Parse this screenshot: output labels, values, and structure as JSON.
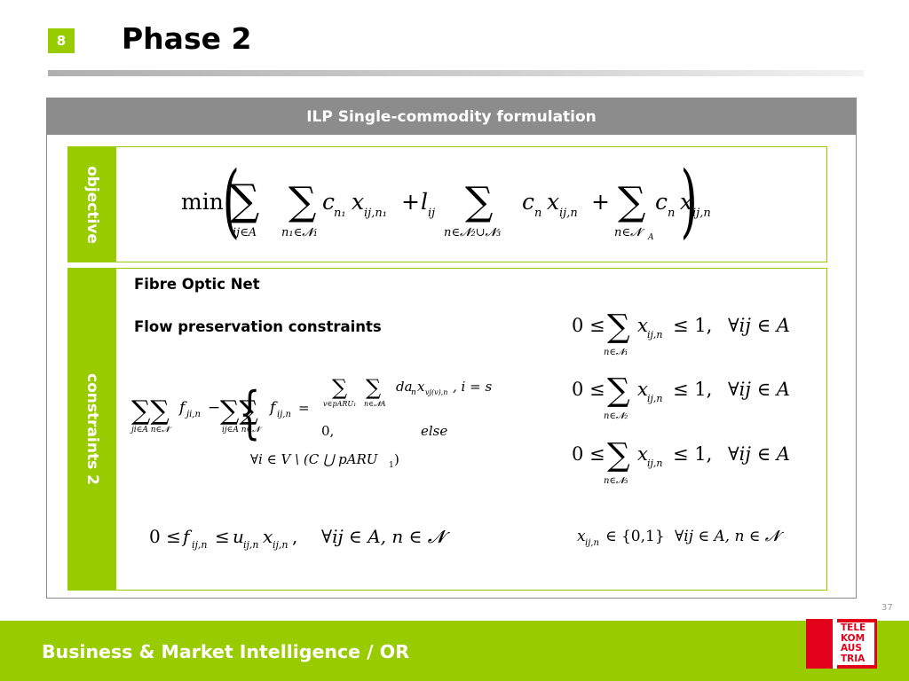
{
  "slide": {
    "number": "8",
    "title": "Phase 2",
    "page_number": "37"
  },
  "formulation": {
    "header": "ILP Single-commodity formulation",
    "objective_label": "objective",
    "constraints_label": "constraints 2",
    "net_title": "Fibre Optic Net",
    "flow_title": "Flow preservation constraints"
  },
  "footer": {
    "text": "Business & Market Intelligence / OR"
  },
  "logo": {
    "lines": [
      "TELE",
      "KOM",
      "AUS",
      "TRIA"
    ]
  },
  "colors": {
    "accent": "#99cc00",
    "header_gray": "#8c8c8c",
    "logo_red": "#e2001a"
  }
}
